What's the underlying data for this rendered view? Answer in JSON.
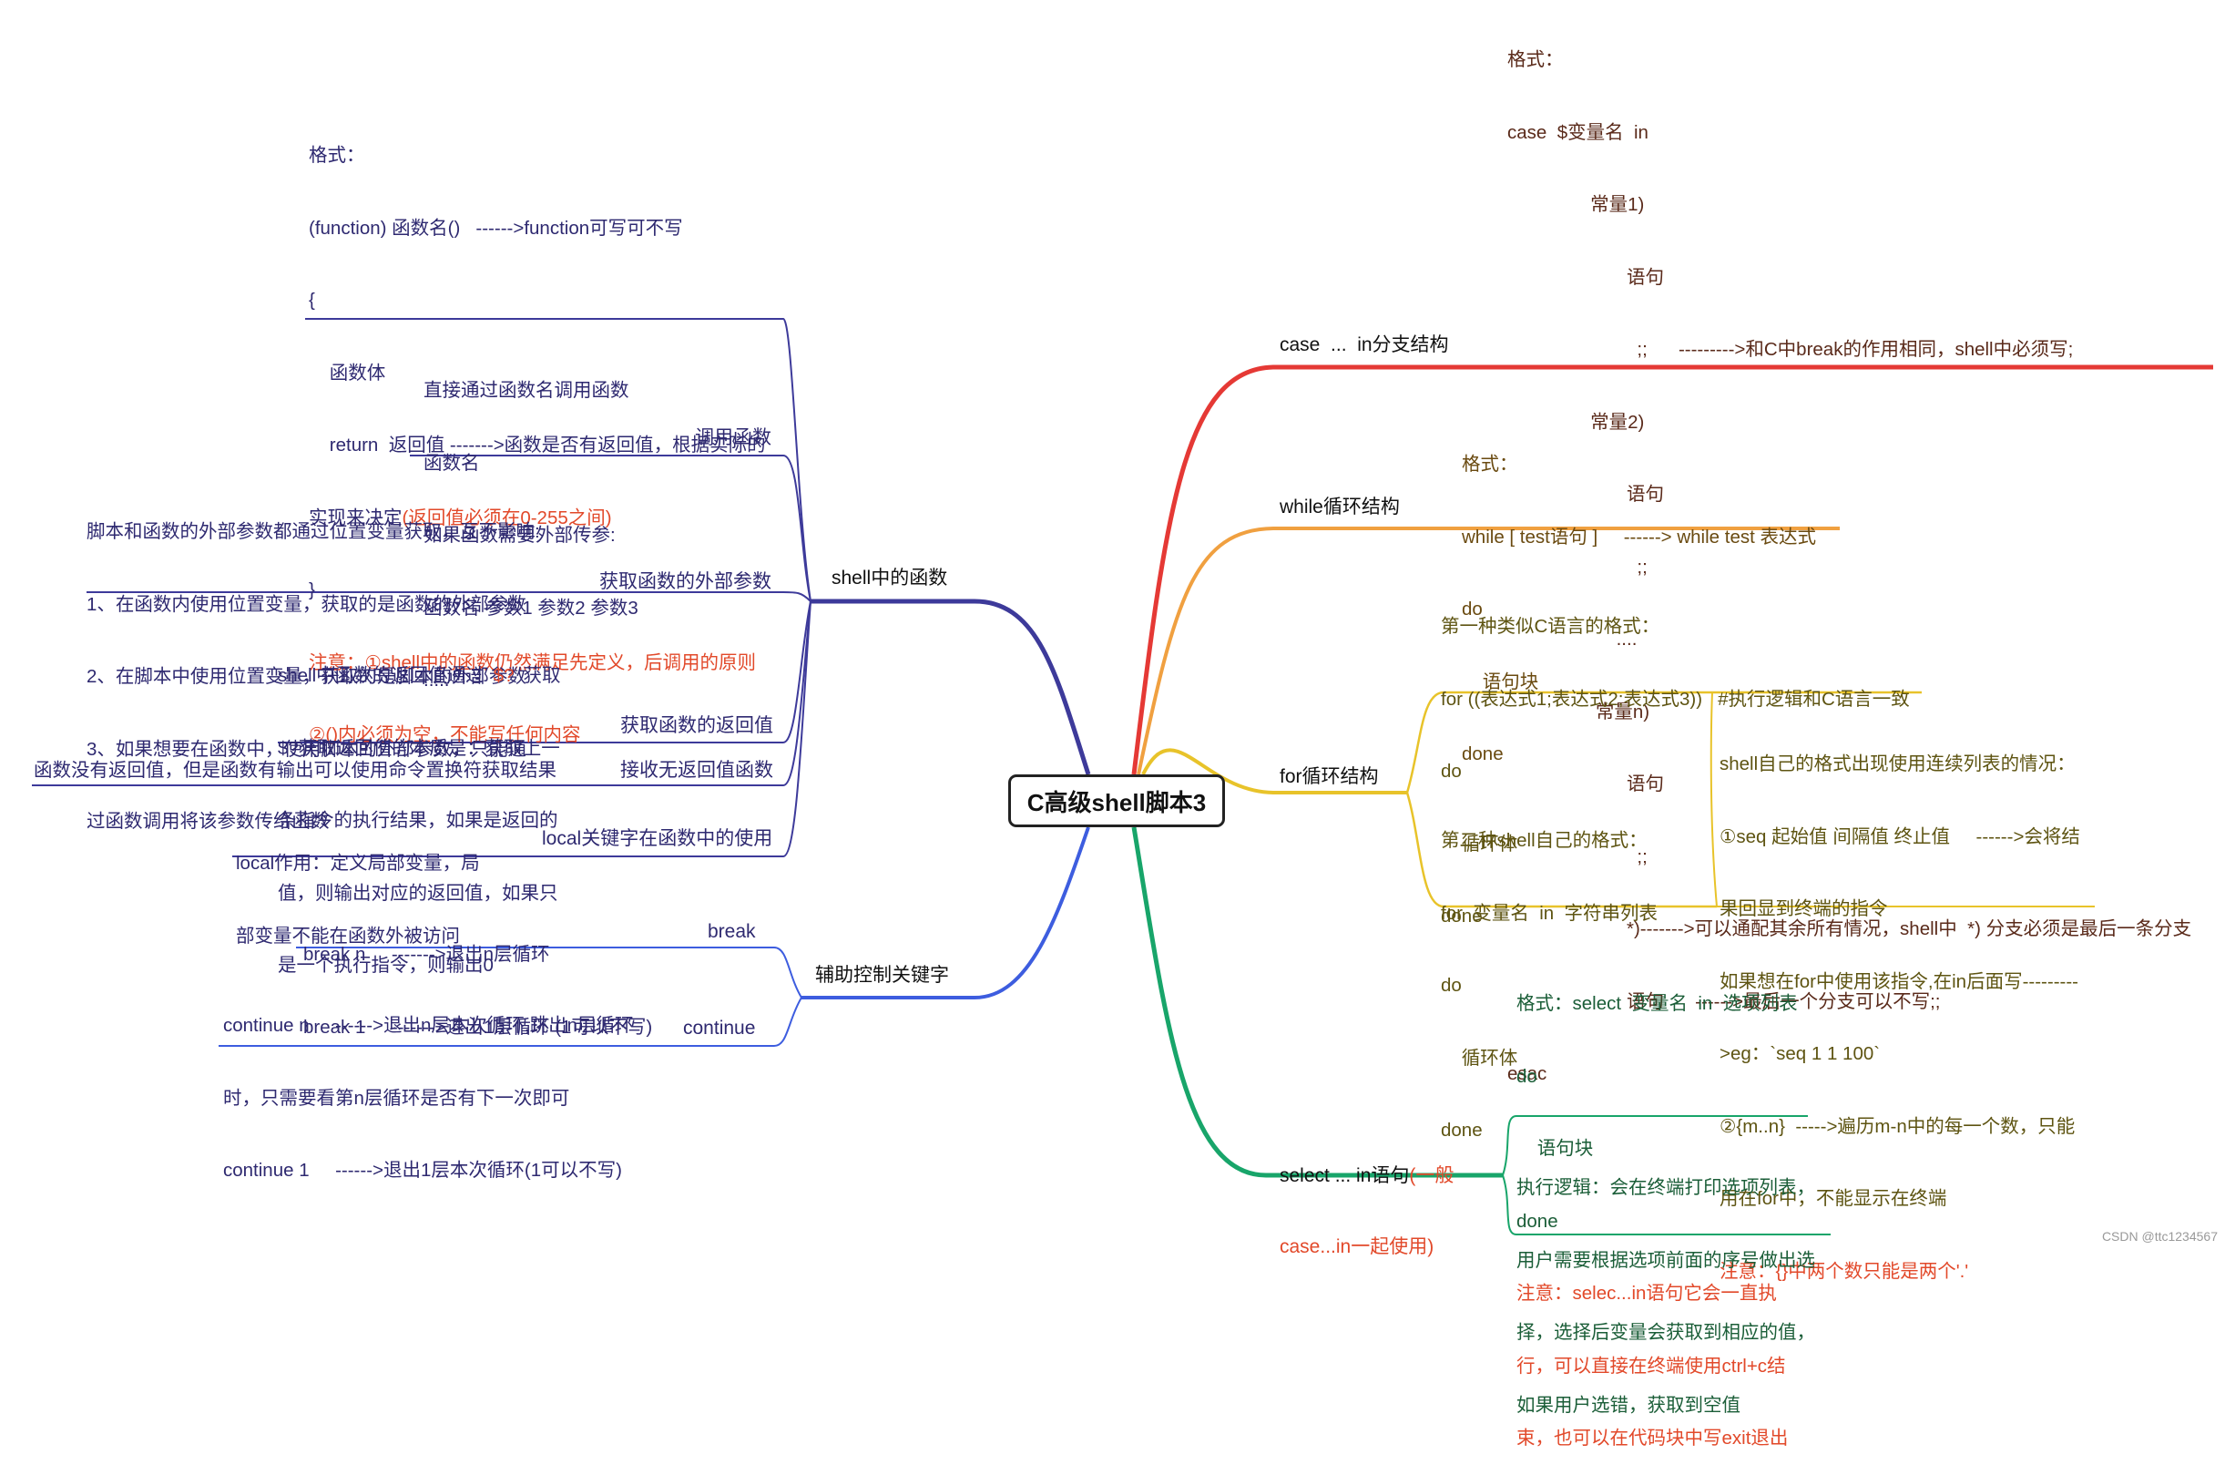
{
  "root": {
    "label": "C高级shell脚本3"
  },
  "colors": {
    "case": "#e53935",
    "while": "#f0a040",
    "for": "#e8c32a",
    "select": "#18a56a",
    "func": "#3d3a9a",
    "aux": "#3d5ddf",
    "text_purple": "#2e2970",
    "note_red": "#e2492a"
  },
  "left": {
    "func_branch": {
      "label": "shell中的函数",
      "format": {
        "lines": [
          "格式：",
          "(function) 函数名()   ------>function可写可不写",
          "{",
          "    函数体",
          "    return  返回值 ------->函数是否有返回值，根据实际的",
          "实现来决定"
        ],
        "line6_red": "(返回值必须在0-255之间)",
        "lines_after": [
          "}"
        ],
        "note_lines": [
          "注意：①shell中的函数仍然满足先定义，后调用的原则",
          "②()内必须为空，不能写任何内容"
        ]
      },
      "call": {
        "label": "调用函数",
        "lines": [
          "直接通过函数名调用函数",
          "函数名",
          "如果函数需要外部传参:",
          "函数名 参数1 参数2 参数3",
          "....."
        ]
      },
      "params": {
        "label": "获取函数的外部参数",
        "lines": [
          "脚本和函数的外部参数都通过位置变量获取，互不影响:",
          "1、在函数内使用位置变量，获取的是函数的外部参数",
          "2、在脚本中使用位置变量，获取的是脚本的外部参数",
          "3、如果想要在函数中，使用脚本的外部参数，只能通",
          "过函数调用将该参数传给函数"
        ]
      },
      "retval": {
        "label": "获取函数的返回值",
        "line1": "shell中函数的返回值通过",
        "line1_red": "$?",
        "line1_tail": "获取",
        "lines": [
          "$?获取返回值的本质是：获取上一",
          "条指令的执行结果，如果是返回的",
          "值，则输出对应的返回值，如果只",
          "是一个执行指令，则输出0"
        ]
      },
      "noret": {
        "label": "接收无返回值函数",
        "text": "函数没有返回值，但是函数有输出可以使用命令置换符获取结果"
      },
      "local": {
        "label": "local关键字在函数中的使用",
        "lines": [
          "local作用：定义局部变量，局",
          "部变量不能在函数外被访问"
        ]
      }
    },
    "aux_branch": {
      "label": "辅助控制关键字",
      "break": {
        "label": "break",
        "lines": [
          "break n     ------->退出n层循环",
          "break 1     ------->退出1层循环 (1可以不写)"
        ]
      },
      "continue": {
        "label": "continue",
        "lines": [
          "continue n     ------>退出n层本次循环,跳出n层循环",
          "时，只需要看第n层循环是否有下一次即可",
          "continue 1     ------>退出1层本次循环(1可以不写)"
        ]
      }
    }
  },
  "right": {
    "case": {
      "label": "case  ...  in分支结构",
      "lines": [
        "格式：",
        "case  $变量名  in",
        "                常量1)",
        "                       语句",
        "                         ;;      --------->和C中break的作用相同，shell中必须写;",
        "                常量2)",
        "                       语句",
        "                         ;;",
        "                     ....",
        "                 常量n)",
        "                       语句",
        "                         ;;",
        "                       *)------->可以通配其余所有情况，shell中  *) 分支必须是最后一条分支",
        "                       语句      ------>最后一个分支可以不写;;",
        "esac"
      ]
    },
    "while": {
      "label": "while循环结构",
      "lines": [
        "格式：",
        "while [ test语句 ]     ------> while test 表达式",
        "do",
        "    语句块",
        "done"
      ]
    },
    "for": {
      "label": "for循环结构",
      "c_style": {
        "lines": [
          "第一种类似C语言的格式：",
          "for ((表达式1;表达式2;表达式3))   #执行逻辑和C语言一致",
          "do",
          "    循环体",
          "done"
        ]
      },
      "shell_style": {
        "lines": [
          "第二种shell自己的格式：",
          "for  变量名  in  字符串列表",
          "do",
          "    循环体",
          "done"
        ]
      },
      "seq_note": {
        "lines": [
          "shell自己的格式出现使用连续列表的情况：",
          "①seq 起始值 间隔值 终止值     ------>会将结",
          "果回显到终端的指令",
          "如果想在for中使用该指令,在in后面写---------",
          ">eg：`seq 1 1 100`",
          "②{m..n}  ----->遍历m-n中的每一个数，只能",
          "用在for中，不能显示在终端"
        ],
        "red": "注意：{}中两个数只能是两个'.'"
      }
    },
    "select": {
      "label": "select ... in语句",
      "label_red_1": "(一般",
      "label_red_2": "case...in一起使用)",
      "format": {
        "lines": [
          "格式：select  变量名  in  选项列表",
          "do",
          "    语句块",
          "done"
        ],
        "red_lines": [
          "注意：selec...in语句它会一直执",
          "行，可以直接在终端使用ctrl+c结",
          "束，也可以在代码块中写exit退出"
        ]
      },
      "logic": {
        "lines": [
          "执行逻辑：会在终端打印选项列表，",
          "用户需要根据选项前面的序号做出选",
          "择，选择后变量会获取到相应的值，",
          "如果用户选错，获取到空值"
        ]
      }
    }
  },
  "watermark": "CSDN @ttc1234567"
}
